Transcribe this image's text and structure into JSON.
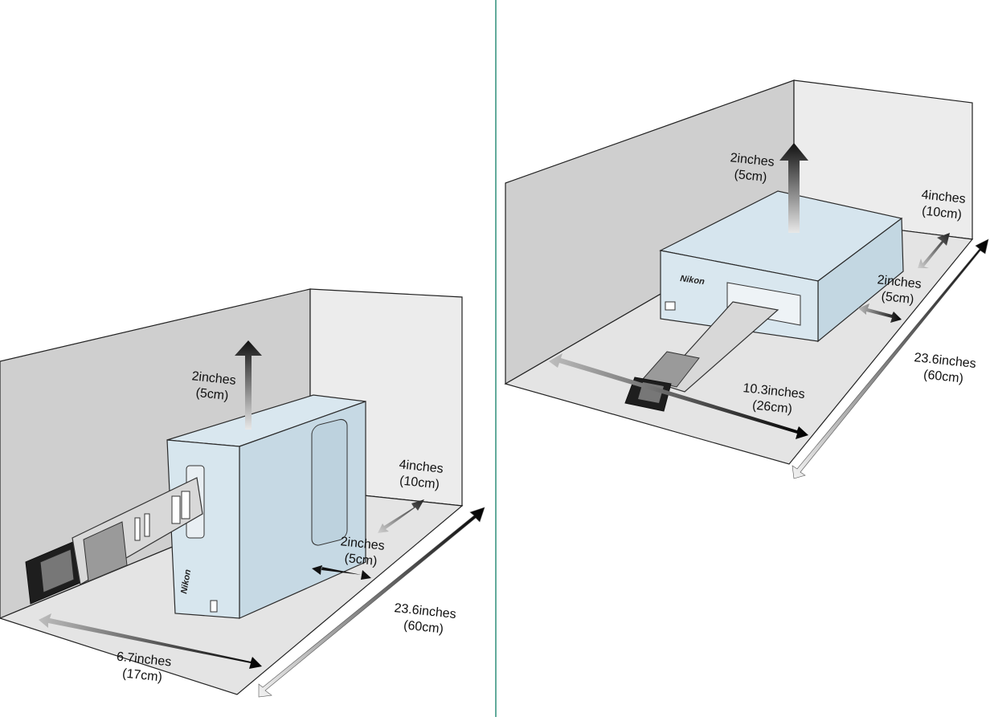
{
  "brand": "Nikon",
  "colors": {
    "wall": "#cfcfcf",
    "floor": "#e6e6e6",
    "scanner_body": "#cfe0ea",
    "scanner_edge": "#2b2b2b",
    "divider": "#2f8f7a"
  },
  "left_panel": {
    "clearance_top": {
      "value": "2inches",
      "metric": "(5cm)"
    },
    "clearance_back": {
      "value": "4inches",
      "metric": "(10cm)"
    },
    "clearance_side": {
      "value": "2inches",
      "metric": "(5cm)"
    },
    "depth": {
      "value": "23.6inches",
      "metric": "(60cm)"
    },
    "width": {
      "value": "6.7inches",
      "metric": "(17cm)"
    }
  },
  "right_panel": {
    "clearance_top": {
      "value": "2inches",
      "metric": "(5cm)"
    },
    "clearance_back": {
      "value": "4inches",
      "metric": "(10cm)"
    },
    "clearance_side": {
      "value": "2inches",
      "metric": "(5cm)"
    },
    "depth": {
      "value": "23.6inches",
      "metric": "(60cm)"
    },
    "width": {
      "value": "10.3inches",
      "metric": "(26cm)"
    }
  }
}
